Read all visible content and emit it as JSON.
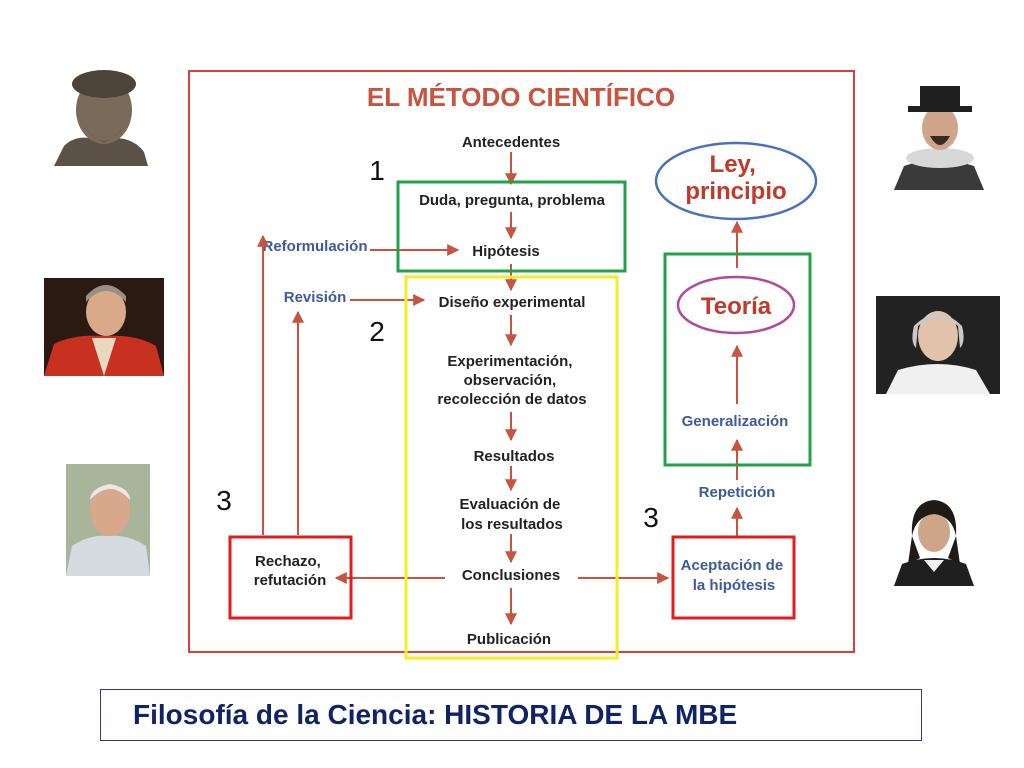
{
  "title": "EL MÉTODO CIENTÍFICO",
  "nodes": {
    "antecedentes": "Antecedentes",
    "duda": "Duda, pregunta, problema",
    "hipotesis": "Hipótesis",
    "diseno": "Diseño experimental",
    "experimentacion": [
      "Experimentación,",
      "observación,",
      "recolección de datos"
    ],
    "resultados": "Resultados",
    "evaluacion": [
      "Evaluación de",
      "los resultados"
    ],
    "conclusiones": "Conclusiones",
    "publicacion": "Publicación",
    "rechazo": [
      "Rechazo,",
      "refutación"
    ],
    "aceptacion": [
      "Aceptación de",
      "la hipótesis"
    ],
    "reformulacion": "Reformulación",
    "revision": "Revisión",
    "repeticion": "Repetición",
    "generalizacion": "Generalización",
    "teoria": "Teoría",
    "ley": [
      "Ley,",
      "principio"
    ]
  },
  "markers": {
    "one": "1",
    "two": "2",
    "three_left": "3",
    "three_right": "3"
  },
  "caption": "Filosofía de la Ciencia: HISTORIA DE LA MBE",
  "colors": {
    "frame": "#d9403a",
    "arrow": "#c8533f",
    "title": "#c8533f",
    "text": "#222222",
    "blue_text": "#3d5a9c",
    "green_box": "#22a04a",
    "yellow_box": "#f2ef2a",
    "red_box": "#e51b1b",
    "teoria": "#b3479a",
    "ley": "#c0392b",
    "ley_ellipse": "#4a72b8",
    "caption_text": "#0f2467",
    "caption_border": "#2a3b8f"
  }
}
